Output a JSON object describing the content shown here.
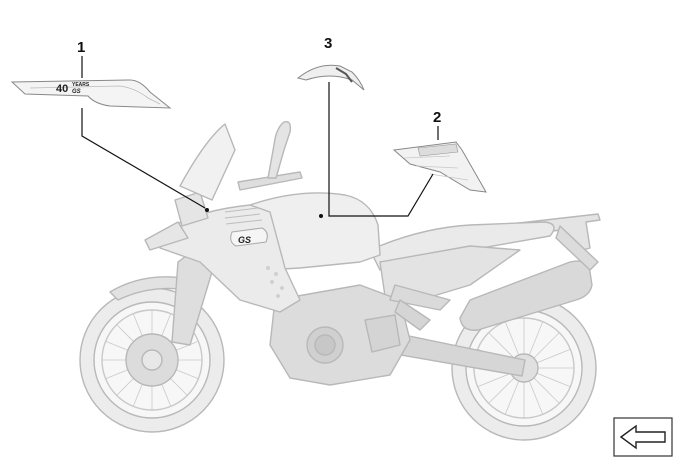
{
  "callouts": [
    {
      "number": "1"
    },
    {
      "number": "3"
    },
    {
      "number": "2"
    }
  ],
  "decals": {
    "decal1": {
      "big": "40",
      "small_top": "YEARS",
      "small_bottom": "GS"
    },
    "tank_badge": "GS"
  },
  "nav": {
    "back_icon": "arrow-left-icon"
  },
  "colors": {
    "bike_fill": "#e6e6e6",
    "bike_stroke": "#b5b5b5",
    "leader_line": "#111111",
    "decal_stroke": "#888888"
  }
}
